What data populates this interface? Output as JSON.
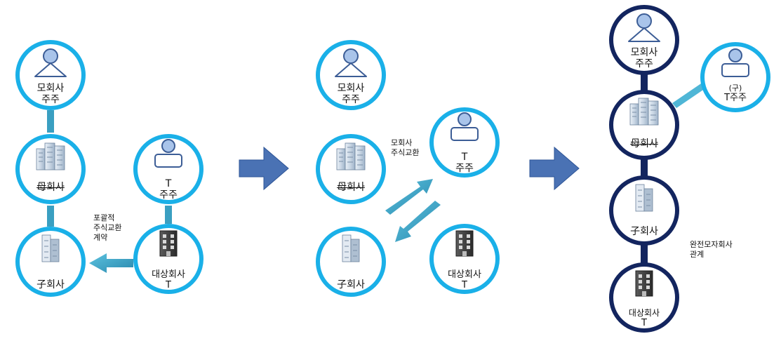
{
  "panel1": {
    "parent_holders": [
      "모회사",
      "주주"
    ],
    "parent_company": [
      "母회사"
    ],
    "sub_company": [
      "子회사"
    ],
    "t_holders": [
      "T",
      "주주"
    ],
    "target": [
      "대상회사",
      "T"
    ],
    "note": [
      "포괄적",
      "주식교환",
      "계약"
    ]
  },
  "panel2": {
    "parent_holders": [
      "모회사",
      "주주"
    ],
    "parent_company": [
      "母회사"
    ],
    "sub_company": [
      "子회사"
    ],
    "t_holders": [
      "T",
      "주주"
    ],
    "target": [
      "대상회사",
      "T"
    ],
    "note": [
      "모회사",
      "주식교환"
    ]
  },
  "panel3": {
    "parent_holders": [
      "모회사",
      "주주"
    ],
    "former_t_holders": [
      "(구)",
      "T주주"
    ],
    "parent_company": [
      "母회사"
    ],
    "sub_company": [
      "子회사"
    ],
    "target": [
      "대상회사",
      "T"
    ],
    "note": [
      "완전모자회사",
      "관계"
    ]
  },
  "colors": {
    "ring_light": "#1ab0e8",
    "ring_dark": "#13255f",
    "arrow_block": "#4a72b4",
    "connector_teal": "#3a9fc1",
    "person_fill": "#a9c4ea",
    "person_stroke": "#3c5d96"
  }
}
